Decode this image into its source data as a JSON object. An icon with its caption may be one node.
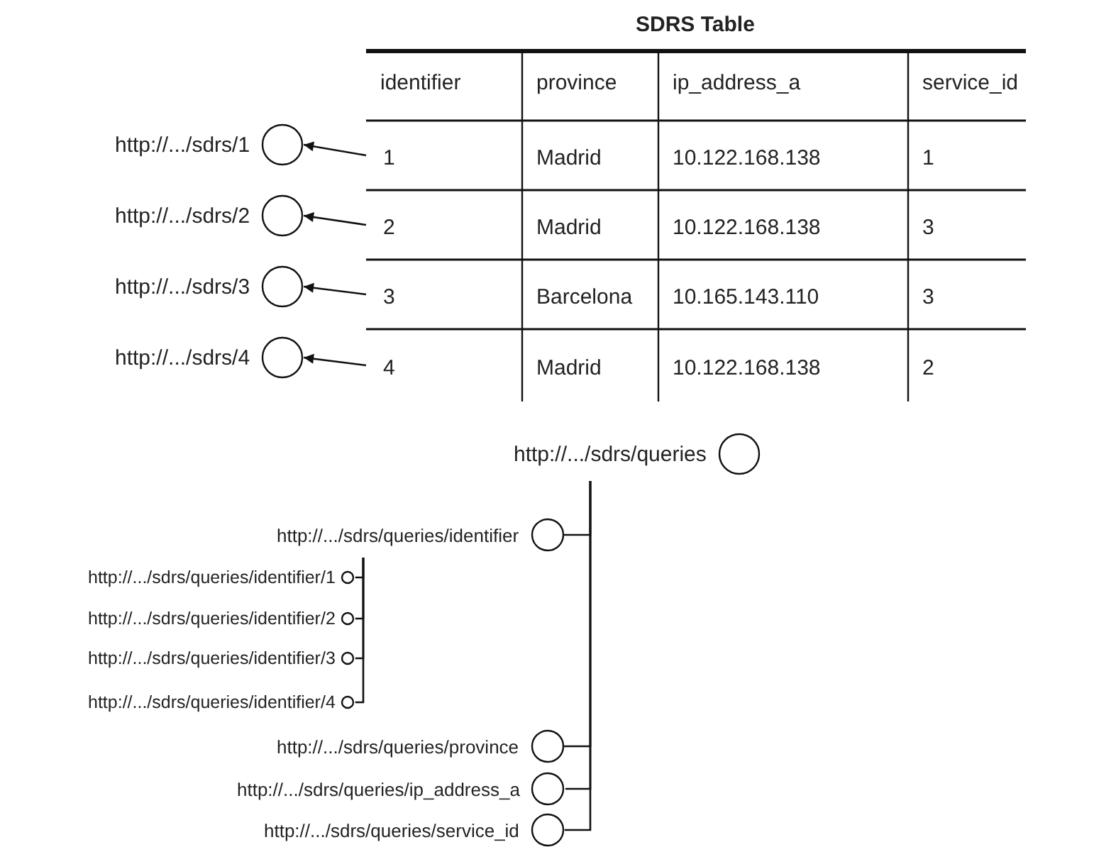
{
  "diagram": {
    "title": "SDRS Table",
    "nodes": [
      {
        "text": [
          "1"
        ]
      },
      {
        "text": [
          "2"
        ]
      },
      {
        "text": [
          "3"
        ]
      },
      {
        "text": [
          "4"
        ]
      },
      {
        "text": [],
        "shape": "circle",
        "beside": [
          "http://.../sdrs/1"
        ]
      },
      {
        "text": [],
        "shape": "circle",
        "beside": [
          "http://.../sdrs/2"
        ]
      },
      {
        "text": [],
        "shape": "circle",
        "beside": [
          "http://.../sdrs/3"
        ]
      },
      {
        "text": [],
        "shape": "circle",
        "beside": [
          "http://.../sdrs/4"
        ]
      },
      {
        "text": [],
        "shape": "circle",
        "beside": [
          "http://.../sdrs/queries"
        ]
      },
      {
        "text": [],
        "shape": "circle",
        "beside": [
          "http://.../sdrs/queries/identifier"
        ]
      },
      {
        "text": [],
        "shape": "circle",
        "beside": [
          "http://.../sdrs/queries/identifier/1"
        ]
      },
      {
        "text": [],
        "shape": "circle",
        "beside": [
          "http://.../sdrs/queries/identifier/2"
        ]
      },
      {
        "text": [],
        "shape": "circle",
        "beside": [
          "http://.../sdrs/queries/identifier/3"
        ]
      },
      {
        "text": [],
        "shape": "circle",
        "beside": [
          "http://.../sdrs/queries/identifier/4"
        ]
      },
      {
        "text": [],
        "shape": "circle",
        "beside": [
          "http://.../sdrs/queries/province"
        ]
      },
      {
        "text": [],
        "shape": "circle",
        "beside": [
          "http://.../sdrs/queries/ip_address_a"
        ]
      },
      {
        "text": [],
        "shape": "circle",
        "beside": [
          "http://.../sdrs/queries/service_id"
        ]
      }
    ],
    "edges": [
      {
        "from": 0,
        "to": 4,
        "arrow": "to"
      },
      {
        "from": 1,
        "to": 5,
        "arrow": "to"
      },
      {
        "from": 2,
        "to": 6,
        "arrow": "to"
      },
      {
        "from": 3,
        "to": 7,
        "arrow": "to"
      },
      {
        "from": 8,
        "to": 9,
        "arrow": "none"
      },
      {
        "from": 8,
        "to": 14,
        "arrow": "none"
      },
      {
        "from": 8,
        "to": 15,
        "arrow": "none"
      },
      {
        "from": 8,
        "to": 16,
        "arrow": "none"
      },
      {
        "from": 9,
        "to": 10,
        "arrow": "none"
      },
      {
        "from": 9,
        "to": 11,
        "arrow": "none"
      },
      {
        "from": 9,
        "to": 12,
        "arrow": "none"
      },
      {
        "from": 9,
        "to": 13,
        "arrow": "none"
      }
    ],
    "labels": [
      "identifier",
      "province",
      "ip_address_a",
      "service_id",
      "Madrid",
      "10.122.168.138",
      "1",
      "Madrid",
      "10.122.168.138",
      "3",
      "Barcelona",
      "10.165.143.110",
      "3",
      "Madrid",
      "10.122.168.138",
      "2"
    ]
  }
}
